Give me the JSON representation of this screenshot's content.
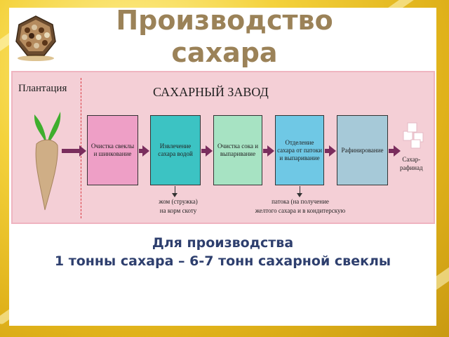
{
  "title": {
    "line1": "Производство",
    "line2": "сахара"
  },
  "diagram": {
    "plantation_label": "Плантация",
    "factory_label": "САХАРНЫЙ ЗАВОД",
    "steps": [
      {
        "label": "Очистка свеклы и шинкование",
        "color": "#ee9fc6"
      },
      {
        "label": "Извлечение сахара водой",
        "color": "#3cc3c3"
      },
      {
        "label": "Очистка сока и выпаривание",
        "color": "#a7e3c3"
      },
      {
        "label": "Отделение сахара от патоки и выпаривание",
        "color": "#6fc8e5"
      },
      {
        "label": "Рафинирование",
        "color": "#a6c9d8"
      }
    ],
    "byproduct_1": {
      "line1": "жом (стружка)",
      "line2": "на корм скоту"
    },
    "byproduct_2": {
      "line1": "патока (на получение",
      "line2": "желтого сахара и в кондитерскую"
    },
    "product": {
      "line1": "Сахар-",
      "line2": "рафинад"
    },
    "colors": {
      "background": "#f4cfd6",
      "arrow": "#7a2d5d",
      "beet_leaves": "#3fae2e",
      "beet_root": "#cfae86"
    }
  },
  "footer": {
    "line1": "Для производства",
    "line2": "1 тонны сахара – 6-7 тонн сахарной свеклы"
  },
  "colors": {
    "title": "#9b8258",
    "footer_text": "#2e3f6e",
    "frame": "#e0b21a"
  }
}
